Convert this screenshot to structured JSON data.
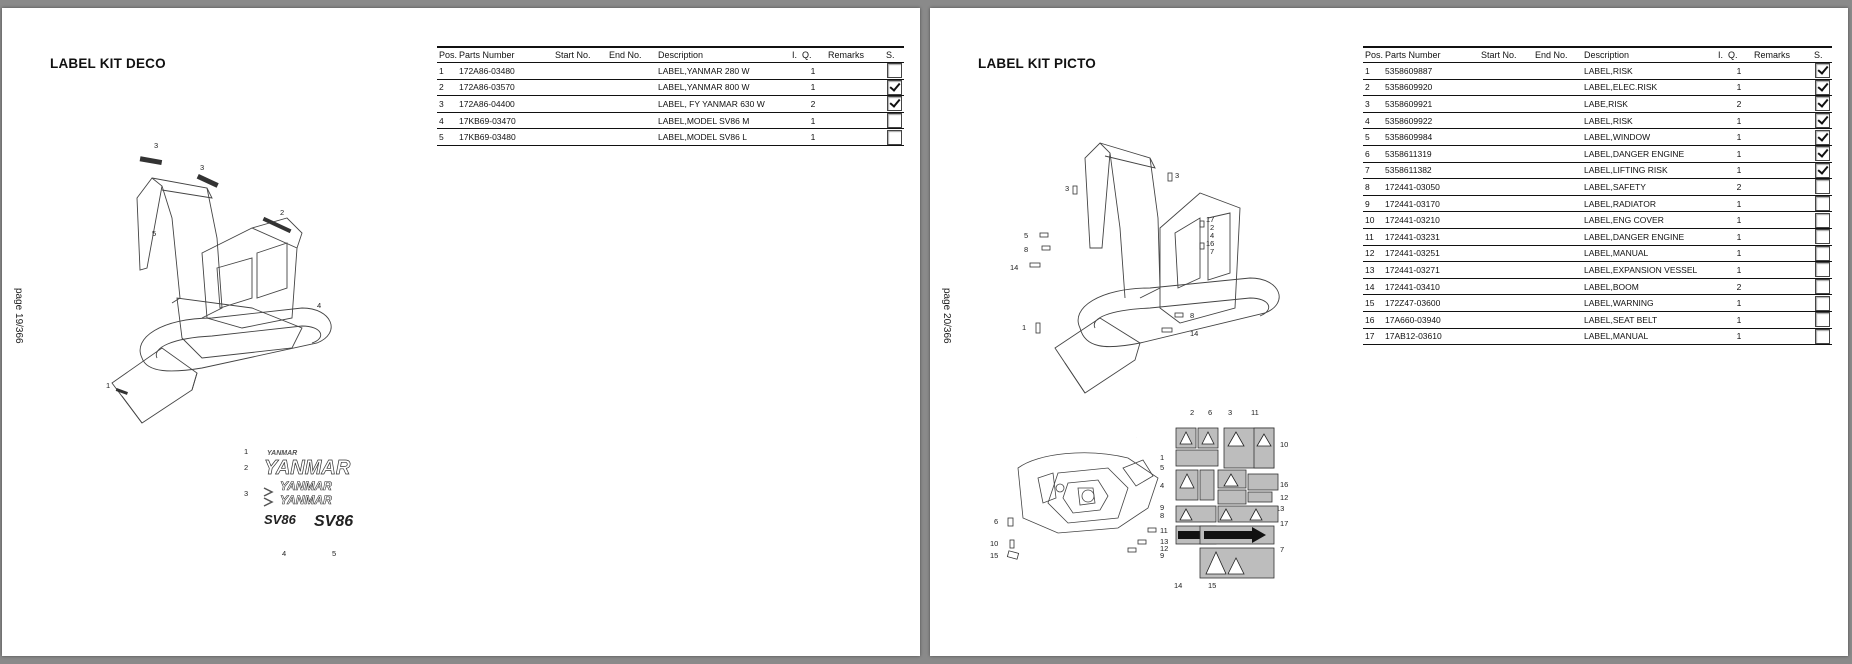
{
  "left_page": {
    "title": "LABEL KIT DECO",
    "page_number": "page 19/366",
    "headers": {
      "pos": "Pos.",
      "parts_number": "Parts Number",
      "start_no": "Start No.",
      "end_no": "End No.",
      "description": "Description",
      "i": "I.",
      "qty": "Q.",
      "remarks": "Remarks",
      "sel": "S."
    },
    "rows": [
      {
        "pos": "1",
        "part": "172A86-03480",
        "desc": "LABEL,YANMAR 280 W",
        "qty": "1",
        "checked": false
      },
      {
        "pos": "2",
        "part": "172A86-03570",
        "desc": "LABEL,YANMAR 800 W",
        "qty": "1",
        "checked": true
      },
      {
        "pos": "3",
        "part": "172A86-04400",
        "desc": "LABEL, FY  YANMAR 630 W",
        "qty": "2",
        "checked": true
      },
      {
        "pos": "4",
        "part": "17KB69-03470",
        "desc": "LABEL,MODEL SV86 M",
        "qty": "1",
        "checked": false
      },
      {
        "pos": "5",
        "part": "17KB69-03480",
        "desc": "LABEL,MODEL SV86 L",
        "qty": "1",
        "checked": false
      }
    ],
    "drawing": {
      "brand_text": "YANMAR",
      "model_text": "SV86"
    }
  },
  "right_page": {
    "title": "LABEL KIT PICTO",
    "page_number": "page 20/366",
    "headers": {
      "pos": "Pos.",
      "parts_number": "Parts Number",
      "start_no": "Start No.",
      "end_no": "End No.",
      "description": "Description",
      "i": "I.",
      "qty": "Q.",
      "remarks": "Remarks",
      "sel": "S."
    },
    "rows": [
      {
        "pos": "1",
        "part": "5358609887",
        "desc": "LABEL,RISK",
        "qty": "1",
        "checked": true
      },
      {
        "pos": "2",
        "part": "5358609920",
        "desc": "LABEL,ELEC.RISK",
        "qty": "1",
        "checked": true
      },
      {
        "pos": "3",
        "part": "5358609921",
        "desc": "LABE,RISK",
        "qty": "2",
        "checked": true
      },
      {
        "pos": "4",
        "part": "5358609922",
        "desc": "LABEL,RISK",
        "qty": "1",
        "checked": true
      },
      {
        "pos": "5",
        "part": "5358609984",
        "desc": "LABEL,WINDOW",
        "qty": "1",
        "checked": true
      },
      {
        "pos": "6",
        "part": "5358611319",
        "desc": "LABEL,DANGER ENGINE",
        "qty": "1",
        "checked": true
      },
      {
        "pos": "7",
        "part": "5358611382",
        "desc": "LABEL,LIFTING RISK",
        "qty": "1",
        "checked": true
      },
      {
        "pos": "8",
        "part": "172441-03050",
        "desc": "LABEL,SAFETY",
        "qty": "2",
        "checked": false
      },
      {
        "pos": "9",
        "part": "172441-03170",
        "desc": "LABEL,RADIATOR",
        "qty": "1",
        "checked": false
      },
      {
        "pos": "10",
        "part": "172441-03210",
        "desc": "LABEL,ENG COVER",
        "qty": "1",
        "checked": false
      },
      {
        "pos": "11",
        "part": "172441-03231",
        "desc": "LABEL,DANGER ENGINE",
        "qty": "1",
        "checked": false
      },
      {
        "pos": "12",
        "part": "172441-03251",
        "desc": "LABEL,MANUAL",
        "qty": "1",
        "checked": false
      },
      {
        "pos": "13",
        "part": "172441-03271",
        "desc": "LABEL,EXPANSION VESSEL",
        "qty": "1",
        "checked": false
      },
      {
        "pos": "14",
        "part": "172441-03410",
        "desc": "LABEL,BOOM",
        "qty": "2",
        "checked": false
      },
      {
        "pos": "15",
        "part": "172Z47-03600",
        "desc": "LABEL,WARNING",
        "qty": "1",
        "checked": false
      },
      {
        "pos": "16",
        "part": "17A660-03940",
        "desc": "LABEL,SEAT BELT",
        "qty": "1",
        "checked": false
      },
      {
        "pos": "17",
        "part": "17AB12-03610",
        "desc": "LABEL,MANUAL",
        "qty": "1",
        "checked": false
      }
    ]
  },
  "colors": {
    "paper": "#ffffff",
    "viewer_background": "#8a8a8a",
    "ink": "#111111",
    "decal_fill": "#bdbdbd"
  }
}
